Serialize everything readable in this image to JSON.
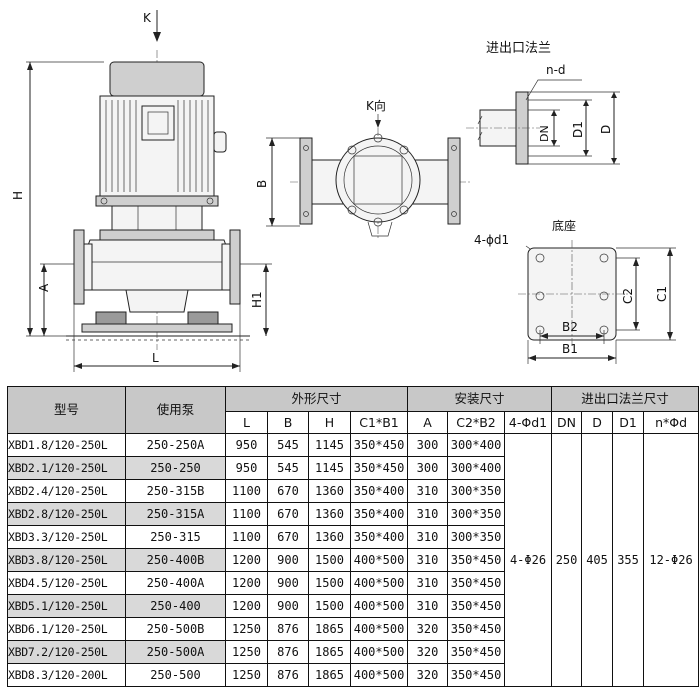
{
  "drawing": {
    "main_view": {
      "k_arrow_label": "K",
      "dim_H": "H",
      "dim_A": "A",
      "dim_H1": "H1",
      "dim_L": "L"
    },
    "top_view": {
      "title": "K向",
      "dim_B": "B"
    },
    "flange_view": {
      "title": "进出口法兰",
      "holes_label": "n-d",
      "dim_DN": "DN",
      "dim_D1": "D1",
      "dim_D": "D"
    },
    "base_view": {
      "title": "底座",
      "holes_label": "4-ϕd1",
      "dim_C2": "C2",
      "dim_C1": "C1",
      "dim_B2": "B2",
      "dim_B1": "B1"
    }
  },
  "table": {
    "col_model": "型号",
    "col_pump": "使用泵",
    "group_outer": "外形尺寸",
    "group_install": "安装尺寸",
    "group_flange": "进出口法兰尺寸",
    "sub_headers": {
      "L": "L",
      "B": "B",
      "H": "H",
      "C1B1": "C1*B1",
      "A": "A",
      "C2B2": "C2*B2",
      "d1": "4-Φd1",
      "DN": "DN",
      "D": "D",
      "D1": "D1",
      "nd": "n*Φd"
    },
    "shared": {
      "d1": "4-Φ26",
      "DN": "250",
      "D": "405",
      "D1": "355",
      "nd": "12-Φ26"
    },
    "rows": [
      {
        "model": "XBD1.8/120-250L",
        "pump": "250-250A",
        "L": "950",
        "B": "545",
        "H": "1145",
        "C1B1": "350*450",
        "A": "300",
        "C2B2": "300*400"
      },
      {
        "model": "XBD2.1/120-250L",
        "pump": "250-250",
        "L": "950",
        "B": "545",
        "H": "1145",
        "C1B1": "350*450",
        "A": "300",
        "C2B2": "300*400"
      },
      {
        "model": "XBD2.4/120-250L",
        "pump": "250-315B",
        "L": "1100",
        "B": "670",
        "H": "1360",
        "C1B1": "350*400",
        "A": "310",
        "C2B2": "300*350"
      },
      {
        "model": "XBD2.8/120-250L",
        "pump": "250-315A",
        "L": "1100",
        "B": "670",
        "H": "1360",
        "C1B1": "350*400",
        "A": "310",
        "C2B2": "300*350"
      },
      {
        "model": "XBD3.3/120-250L",
        "pump": "250-315",
        "L": "1100",
        "B": "670",
        "H": "1360",
        "C1B1": "350*400",
        "A": "310",
        "C2B2": "300*350"
      },
      {
        "model": "XBD3.8/120-250L",
        "pump": "250-400B",
        "L": "1200",
        "B": "900",
        "H": "1500",
        "C1B1": "400*500",
        "A": "310",
        "C2B2": "350*450"
      },
      {
        "model": "XBD4.5/120-250L",
        "pump": "250-400A",
        "L": "1200",
        "B": "900",
        "H": "1500",
        "C1B1": "400*500",
        "A": "310",
        "C2B2": "350*450"
      },
      {
        "model": "XBD5.1/120-250L",
        "pump": "250-400",
        "L": "1200",
        "B": "900",
        "H": "1500",
        "C1B1": "400*500",
        "A": "310",
        "C2B2": "350*450"
      },
      {
        "model": "XBD6.1/120-250L",
        "pump": "250-500B",
        "L": "1250",
        "B": "876",
        "H": "1865",
        "C1B1": "400*500",
        "A": "320",
        "C2B2": "350*450"
      },
      {
        "model": "XBD7.2/120-250L",
        "pump": "250-500A",
        "L": "1250",
        "B": "876",
        "H": "1865",
        "C1B1": "400*500",
        "A": "320",
        "C2B2": "350*450"
      },
      {
        "model": "XBD8.3/120-200L",
        "pump": "250-500",
        "L": "1250",
        "B": "876",
        "H": "1865",
        "C1B1": "400*500",
        "A": "320",
        "C2B2": "350*450"
      }
    ]
  }
}
